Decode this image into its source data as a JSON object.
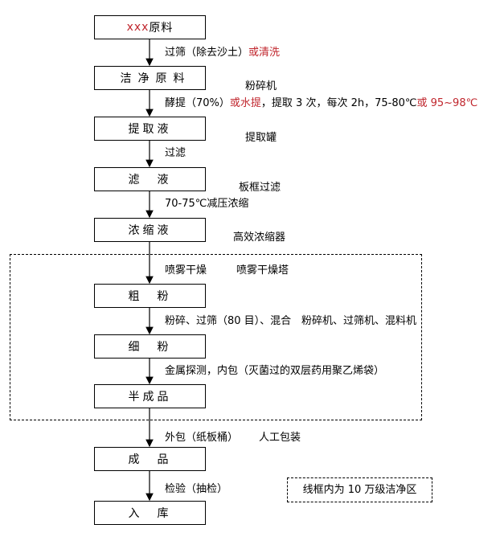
{
  "boxes": {
    "raw": {
      "prefix": "xxx",
      "text": "原料"
    },
    "clean": "洁净原料",
    "extract": "提取液",
    "filtrate": "滤　液",
    "concentrate": "浓缩液",
    "coarse": "粗　粉",
    "fine": "细　粉",
    "semi": "半成品",
    "product": "成　品",
    "storage": "入　库"
  },
  "steps": {
    "s1": {
      "text": "过筛（除去沙土）",
      "alt": "或清洗"
    },
    "s2": {
      "p1": "酵提（70%）",
      "p2": "或水提",
      "p3": "，提取 3 次，每次 2h，75-80℃",
      "p4": "或 95~98℃"
    },
    "s3": "过滤",
    "s4": "70-75℃减压浓缩",
    "s5": "喷雾干燥",
    "s6": "粉碎、过筛（80 目）、混合",
    "s7": "金属探测，内包（灭菌过的双层药用聚乙烯袋）",
    "s8": "外包（纸板桶）",
    "s9": "检验（抽检）"
  },
  "equipment": {
    "e1": "粉碎机",
    "e2": "提取罐",
    "e3": "板框过滤",
    "e4": "高效浓缩器",
    "e5": "喷雾干燥塔",
    "e6": "粉碎机、过筛机、混料机",
    "e7": "人工包装"
  },
  "legend": "线框内为 10 万级洁净区",
  "colors": {
    "accent_red": "#c0262d",
    "line": "#000000"
  }
}
